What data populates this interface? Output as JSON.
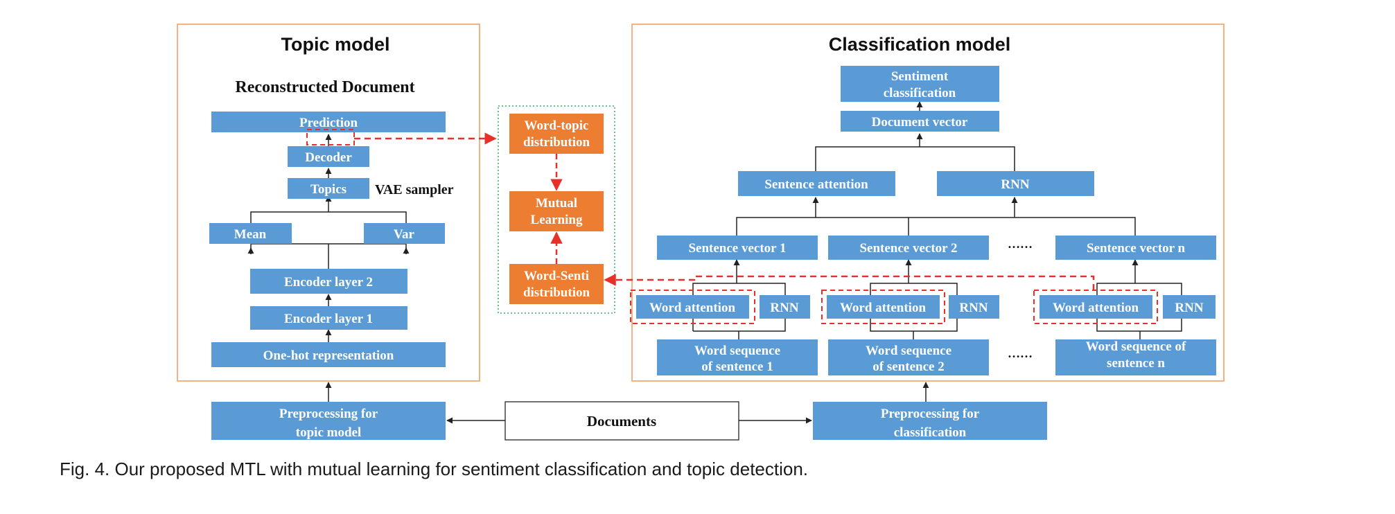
{
  "colors": {
    "blue_box": "#5b9bd5",
    "orange_box": "#ed7d31",
    "panel_border": "#f4b183",
    "dashed_red": "#e8302a",
    "dotted_green": "#70c08a",
    "line": "#404040"
  },
  "topic_panel": {
    "title": "Topic model",
    "subtitle": "Reconstructed Document",
    "prediction": "Prediction",
    "decoder": "Decoder",
    "topics": "Topics",
    "vae_sampler": "VAE sampler",
    "mean": "Mean",
    "var": "Var",
    "encoder2": "Encoder layer 2",
    "encoder1": "Encoder layer 1",
    "onehot": "One-hot representation"
  },
  "mutual": {
    "word_topic": [
      "Word-topic",
      "distribution"
    ],
    "mutual_learning": [
      "Mutual",
      "Learning"
    ],
    "word_senti": [
      "Word-Senti",
      "distribution"
    ]
  },
  "class_panel": {
    "title": "Classification model",
    "sentiment": [
      "Sentiment",
      "classification"
    ],
    "doc_vector": "Document vector",
    "sentence_attention": "Sentence attention",
    "rnn_top": "RNN",
    "sv1": "Sentence vector 1",
    "sv2": "Sentence vector 2",
    "svn": "Sentence vector n",
    "dots": "……",
    "word_attention": "Word attention",
    "rnn": "RNN",
    "ws1": [
      "Word sequence",
      "of sentence 1"
    ],
    "ws2": [
      "Word sequence",
      "of sentence 2"
    ],
    "wsn": [
      "Word sequence of",
      "sentence n"
    ]
  },
  "bottom": {
    "pre_topic": [
      "Preprocessing for",
      "topic model"
    ],
    "documents": "Documents",
    "pre_class": [
      "Preprocessing  for",
      "classification"
    ]
  },
  "caption": "Fig. 4. Our proposed MTL with mutual learning for sentiment classification and topic detection."
}
